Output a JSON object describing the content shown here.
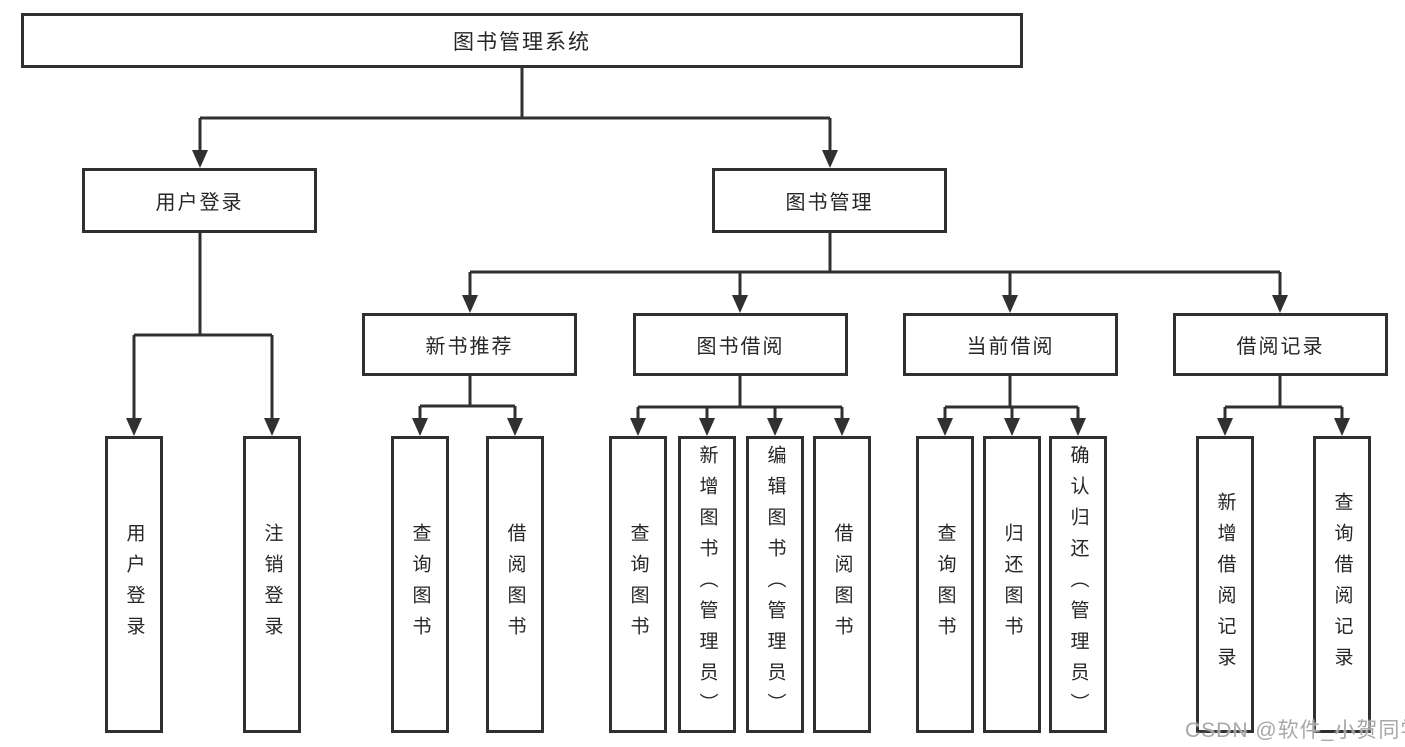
{
  "diagram": {
    "type": "hierarchy-tree",
    "root": {
      "label": "图书管理系统"
    },
    "branches": [
      {
        "label": "用户登录",
        "children": [
          {
            "label": "用户登录"
          },
          {
            "label": "注销登录"
          }
        ]
      },
      {
        "label": "图书管理",
        "sections": [
          {
            "label": "新书推荐",
            "children": [
              {
                "label": "查询图书"
              },
              {
                "label": "借阅图书"
              }
            ]
          },
          {
            "label": "图书借阅",
            "children": [
              {
                "label": "查询图书"
              },
              {
                "label": "新增图书（管理员）"
              },
              {
                "label": "编辑图书（管理员）"
              },
              {
                "label": "借阅图书"
              }
            ]
          },
          {
            "label": "当前借阅",
            "children": [
              {
                "label": "查询图书"
              },
              {
                "label": "归还图书"
              },
              {
                "label": "确认归还（管理员）"
              }
            ]
          },
          {
            "label": "借阅记录",
            "children": [
              {
                "label": "新增借阅记录"
              },
              {
                "label": "查询借阅记录"
              }
            ]
          }
        ]
      }
    ]
  },
  "watermark": {
    "text": "CSDN @软件_小贺同学"
  },
  "colors": {
    "line": "#303030",
    "text": "#262626",
    "watermark": "#a8a8a8",
    "background": "#ffffff"
  }
}
